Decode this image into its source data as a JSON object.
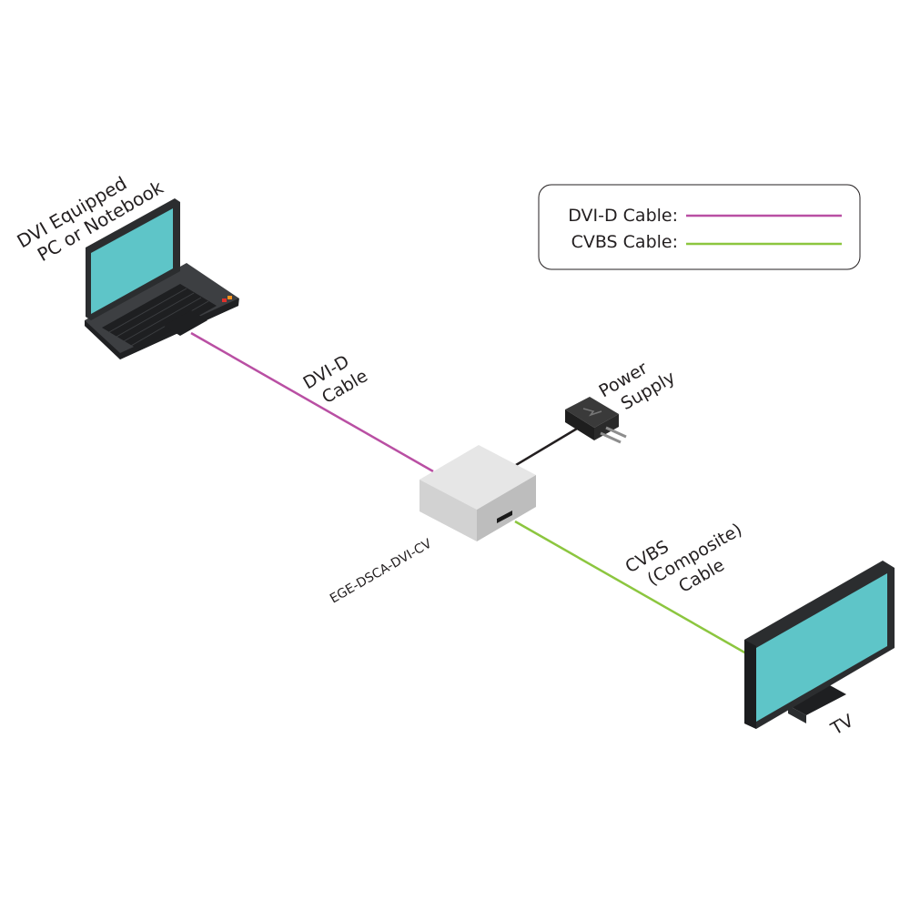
{
  "diagram": {
    "devices": {
      "laptop": {
        "label_lines": [
          "DVI Equipped",
          "PC or Notebook"
        ]
      },
      "converter": {
        "label": "EGE-DSCA-DVI-CV"
      },
      "power_supply": {
        "label_lines": [
          "Power",
          "Supply"
        ]
      },
      "tv": {
        "label": "TV"
      }
    },
    "cables": {
      "dvi": {
        "label_lines": [
          "DVI-D",
          "Cable"
        ],
        "color": "#b94fa3"
      },
      "cvbs": {
        "label_lines": [
          "CVBS",
          "(Composite)",
          "Cable"
        ],
        "color": "#8cc63f"
      },
      "power": {
        "color": "#231f20"
      }
    },
    "legend": {
      "items": [
        {
          "label": "DVI-D Cable:",
          "color": "#b94fa3"
        },
        {
          "label": "CVBS Cable:",
          "color": "#8cc63f"
        }
      ]
    },
    "colors": {
      "screen": "#5ec5c8",
      "device_dark": "#2b2d2f",
      "converter_top": "#e6e6e6",
      "converter_left": "#d2d2d2",
      "converter_right": "#bdbdbd"
    }
  }
}
